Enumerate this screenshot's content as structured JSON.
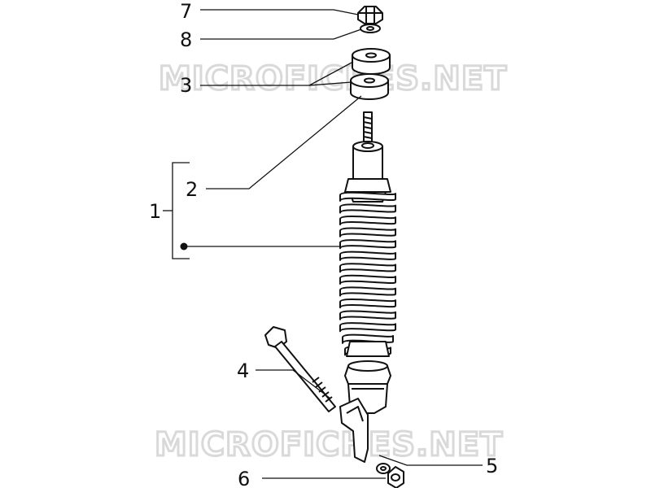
{
  "diagram": {
    "watermark": "MICROFICHES.NET",
    "callouts": [
      {
        "number": "7"
      },
      {
        "number": "8"
      },
      {
        "number": "3"
      },
      {
        "number": "2"
      },
      {
        "number": "1"
      },
      {
        "number": "4"
      },
      {
        "number": "5"
      },
      {
        "number": "6"
      }
    ]
  },
  "colors": {
    "line": "#111111",
    "watermark_outline": "#d9d9d9",
    "part_fill": "#ffffff"
  }
}
